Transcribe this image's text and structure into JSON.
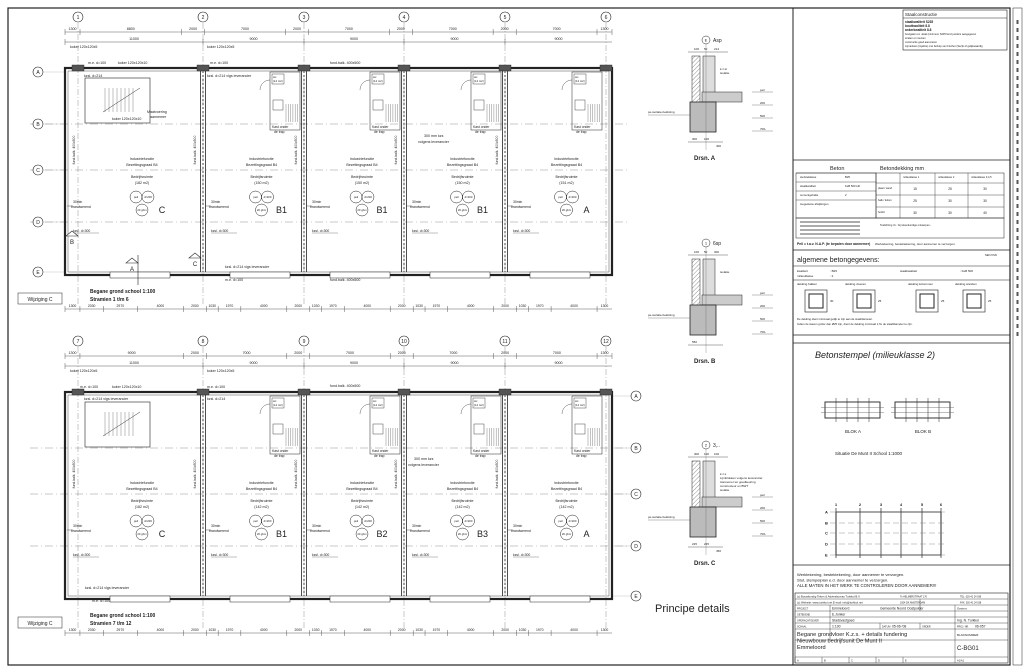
{
  "plans": [
    {
      "title": "Begane grond school 1:100",
      "subtitle": "Stramien 1 t/m 6",
      "axes": [
        "1",
        "2",
        "3",
        "4",
        "5",
        "6"
      ],
      "rows": [
        "A",
        "B",
        "C",
        "D",
        "E"
      ],
      "row_side": "left",
      "dims_row1": [
        "1300",
        "8800",
        "2000",
        "7000",
        "2000",
        "7000",
        "2000",
        "7000",
        "2000",
        "7000",
        "1300"
      ],
      "dims_row2": [
        "11000",
        "9000",
        "9000",
        "9000",
        "9000"
      ],
      "dims_bottom": [
        "1300",
        "2030",
        "2970",
        "4000",
        "2000",
        "1030",
        "1970",
        "4000",
        "2000",
        "1030",
        "1970",
        "4000",
        "2000",
        "1030",
        "1970",
        "4000",
        "2000",
        "1030",
        "1970",
        "4000",
        "1300"
      ],
      "units": [
        {
          "function": "Industriefunctie",
          "class": "Bezettingsgraad B4",
          "room": "Bedrijfsruimte",
          "area": "(182 m2)",
          "label": "C"
        },
        {
          "function": "Industriefunctie",
          "class": "Bezettingsgraad B4",
          "room": "Bedrijfsruimte",
          "area": "(150 m2)",
          "label": "B1"
        },
        {
          "function": "Industriefunctie",
          "class": "Bezettingsgraad B4",
          "room": "Bedrijfsruimte",
          "area": "(150 m2)",
          "label": "B1"
        },
        {
          "function": "Industriefunctie",
          "class": "Bezettingsgraad B4",
          "room": "Bedrijfsruimte",
          "area": "(150 m2)",
          "label": "B1"
        },
        {
          "function": "Industriefunctie",
          "class": "Bezettingsgraad B4",
          "room": "Bedrijfsruimte",
          "area": "(151 m2)",
          "label": "A"
        }
      ],
      "annotations": [
        "koker 120x120x5",
        "koker 120x120x5",
        "m.e. d=100",
        "koker 120x120x10",
        "m.e. d=100",
        "fund.balk. 400x500",
        "kzsl. d=214",
        "kzsl. d=214 vlgs leverancier",
        "koker 120x120x10",
        "Maatvoering",
        "aannemer",
        "300 mm kzs",
        "volgens leverancier",
        "kzsl. d=214 vlgs leverancier",
        "m.e. d=100",
        "fund.balk. 400x500"
      ],
      "section_marks": [
        "A",
        "B",
        "C"
      ],
      "revision_tag": "Wijziging C"
    },
    {
      "title": "Begane grond school 1:100",
      "subtitle": "Stramien 7 t/m 12",
      "axes": [
        "7",
        "8",
        "9",
        "10",
        "11",
        "12"
      ],
      "rows": [
        "A",
        "B",
        "C",
        "D",
        "E"
      ],
      "row_side": "right",
      "dims_row1": [
        "1300",
        "9000",
        "2000",
        "7000",
        "2000",
        "7000",
        "2000",
        "7000",
        "2000",
        "7000",
        "1300"
      ],
      "dims_row2": [
        "11000",
        "9000",
        "9000",
        "9000",
        "9000"
      ],
      "dims_bottom": [
        "1300",
        "2030",
        "2970",
        "4000",
        "2000",
        "1030",
        "1970",
        "4000",
        "2000",
        "1030",
        "1970",
        "4000",
        "2000",
        "1030",
        "1970",
        "4000",
        "2000",
        "1030",
        "1970",
        "4000",
        "1300"
      ],
      "units": [
        {
          "function": "Industriefunctie",
          "class": "Bezettingsgraad B4",
          "room": "Bedrijfsruimte",
          "area": "(182 m2)",
          "label": "C"
        },
        {
          "function": "Industriefunctie",
          "class": "Bezettingsgraad B4",
          "room": "Bedrijfsruimte",
          "area": "(142 m2)",
          "label": "B1"
        },
        {
          "function": "Industriefunctie",
          "class": "Bezettingsgraad B4",
          "room": "Bedrijfsruimte",
          "area": "(142 m2)",
          "label": "B2"
        },
        {
          "function": "Industriefunctie",
          "class": "Bezettingsgraad B4",
          "room": "Bedrijfsruimte",
          "area": "(142 m2)",
          "label": "B3"
        },
        {
          "function": "Industriefunctie",
          "class": "Bezettingsgraad B4",
          "room": "Bedrijfsruimte",
          "area": "(142 m2)",
          "label": "A"
        }
      ],
      "annotations": [
        "koker 120x120x5",
        "koker 120x120x5",
        "m.e. d=100",
        "koker 120x120x10",
        "m.e. d=100",
        "fund.balk. 400x500",
        "kzsl. d=214 vlgs leverancier",
        "kzsl. d=214",
        "300 mm kzs",
        "volgens leverancier",
        "kzsl. d=214 vlgs leverancier",
        "m.e. d=100"
      ],
      "section_marks": [],
      "revision_tag": "Wijziging C"
    }
  ],
  "unit_common": {
    "symbols": [
      "peil",
      "d=200",
      "20 gbm"
    ],
    "fire": [
      "30min",
      "brandwerend"
    ],
    "floor_note": "kzsl. d=300",
    "beam_note": "fund.balk. 400x500",
    "core_room": "wc",
    "core_area": "(14 m2)",
    "core_label": [
      "Kast onder",
      "de trap"
    ]
  },
  "details": {
    "title": "Principe details",
    "items": [
      {
        "mark": "E",
        "ref": "Asp",
        "name": "Drsn. A",
        "dims_top": [
          "100",
          "50",
          "214"
        ],
        "dims_bottom": [
          "300",
          "100",
          "400"
        ],
        "right": [
          "peil",
          "200",
          "500",
          "700-"
        ],
        "left": "pe-isolatie-bekisting",
        "notes": [
          "k.z.st",
          "isolatie"
        ]
      },
      {
        "mark": "1",
        "ref": "6sp",
        "name": "Drsn. B",
        "dims_top": [
          "100",
          "50",
          "300"
        ],
        "dims_bottom": [
          "550"
        ],
        "right": [
          "peil",
          "200",
          "500",
          "700-"
        ],
        "left": "pe-isolatie-bekisting",
        "notes": [
          "isolatie"
        ]
      },
      {
        "mark": "2",
        "ref": "3,..",
        "name": "Drsn. C",
        "dims_top": [
          "300",
          "100",
          "100"
        ],
        "dims_bottom": [
          "225",
          "225",
          "450"
        ],
        "right": [
          "peil",
          "200",
          "500",
          "700-"
        ],
        "left": "pe-isolatie-bekisting",
        "notes": [
          "k.z.s.",
          "Lijmblokken volgens leverancier",
          "Aannemer ter goedkeuring",
          "constructeur en BWT",
          "isolatie"
        ]
      }
    ]
  },
  "steel": {
    "title": "Staalconstructie",
    "lines": [
      "staalkwaliteit S235",
      "boutkwaliteit 8.8",
      "ankerkwaliteit 8.8",
      "boutgaten en -kwal (minimum S235 fenzij anders aangegeven",
      "stralen en menien",
      "constructie goed aanvoeren",
      "Lijmankers (injektie) met behulp van Fischer (Sec)k of gelijkwaardig"
    ]
  },
  "concrete_table": {
    "title_left": "Beton",
    "title_right": "Betondekking mm",
    "left_rows": [
      [
        "sterkteklasse",
        "B25"
      ],
      [
        "staalkwaliteit",
        "FeB 500 HK"
      ],
      [
        "cementgehalte",
        "2"
      ],
      [
        "toegestane afwijkingen",
        ""
      ]
    ],
    "col_headers": [
      "milieuklasse 1",
      "milieuklasse 2",
      "milieuklasse 3,4,5"
    ],
    "rows": [
      [
        "plaat / wand",
        "15",
        "25",
        "30"
      ],
      [
        "balk / kolom",
        "25",
        "30",
        "30"
      ],
      [
        "hoofd",
        "30",
        "30",
        "40"
      ]
    ],
    "note": "Toelichting t.b.: bij rekenkundige ontwerpen...",
    "peil": "Peil = t.a.v. N.A.P. (te bepalen door aannemer)",
    "peil_note": "Werktekening, bestektekening, door aannemer te verzorgen."
  },
  "general_concrete": {
    "title": "algemene betongegevens:",
    "std": "NEN 6720",
    "quality_label": "kwaliteit",
    "quality": ": B25",
    "env_label": "milieuklasse",
    "env": ": 2",
    "steel_label": "staalkwaliteit",
    "steel": ": FeB 500",
    "covers": [
      "dekking balken",
      "dekking vloeren",
      "dekking kolommen",
      "dekking wanden"
    ],
    "cover_values": [
      "30",
      "25",
      "25",
      "25"
    ],
    "notes": [
      "De dekking dient minimaal gelijk te zijn aan de staafdiameter.",
      "Indien de staven grofer dan Ø25 zijn, dient de dekking minimaal 1,5x de staafdiameter te zijn."
    ]
  },
  "stamp": {
    "title": "Betonstempel (milieuklasse 2)",
    "blocks": [
      "BLOK A",
      "BLOK B"
    ],
    "situation": "Situatie De Munt II  School 1:1000",
    "grid_cols": [
      "1",
      "2",
      "3",
      "4",
      "5",
      "6"
    ],
    "grid_rows": [
      "A",
      "B",
      "C",
      "D",
      "E"
    ]
  },
  "notes": [
    "Werktekening, bestektekening, door aannemer te verzorgen.",
    "Stut, stempelplan e.d. door aannemer te verzorgen.",
    "ALLE MATEN IN HET WERK TE CONTROLEREN DOOR AANNEMER!!!"
  ],
  "title_block": {
    "company": "(c) Bouwkundig Teken & Adviesbureau Turkkol B.V.",
    "address": "Te HELMERSTRAAT 170",
    "tel": "TEL: 020-41 24 038",
    "website": "(c) Website: www.turkkol.net  E-mail: info@turkkol.net",
    "postcode": "1054 DK AMSTERDAM",
    "fax": "FAX: 020-41 24 038",
    "project_label": "PROJECT",
    "project": "Emmeloord",
    "municipality": "Gemeente Noord Oostpolder",
    "drawn_label": "GETEKEND",
    "drawn": "E.Jonker",
    "client_label": "OPDRACHTGEVER",
    "client": "Stadsvastgoed",
    "scale_label": "SCHAAL",
    "scale": "1:100",
    "date_label": "DATUM",
    "date": "05-06-'08",
    "format_label": "ORDER",
    "checked_label": "Gezien:",
    "checked": "Ing. N. Turkkol",
    "proj_no_label": "PROJ. NR.",
    "proj_no": "06-057",
    "description": [
      "Begane grondvloer K.z.s. + details fundering",
      "Nieuwbouw bedrijfsunit De Munt II",
      "Emmeloord"
    ],
    "sheet_label": "BLADNUMMER:",
    "sheet": "C-BG01",
    "revisions": [
      "A",
      "B",
      "C",
      "D",
      "E"
    ],
    "format": "A1/A1"
  }
}
